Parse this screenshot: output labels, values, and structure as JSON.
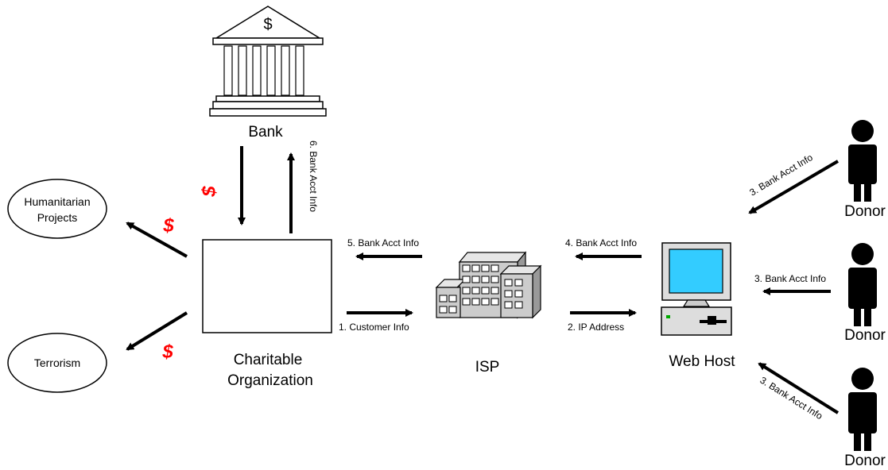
{
  "nodes": {
    "bank": "Bank",
    "bank_symbol": "$",
    "charity_line1": "Charitable",
    "charity_line2": "Organization",
    "isp": "ISP",
    "webhost": "Web Host",
    "humanitarian_line1": "Humanitarian",
    "humanitarian_line2": "Projects",
    "terrorism": "Terrorism",
    "donor": "Donor"
  },
  "edges": {
    "customer_info": "1. Customer Info",
    "ip_address": "2. IP Address",
    "donor_bank_acct": "3. Bank Acct Info",
    "webhost_to_isp": "4. Bank Acct Info",
    "isp_to_charity": "5. Bank Acct Info",
    "charity_to_bank": "6. Bank Acct Info"
  },
  "money_symbol": "$",
  "colors": {
    "money": "#ff0000",
    "screen": "#33ccff",
    "building": "#cccccc",
    "person": "#000000"
  }
}
